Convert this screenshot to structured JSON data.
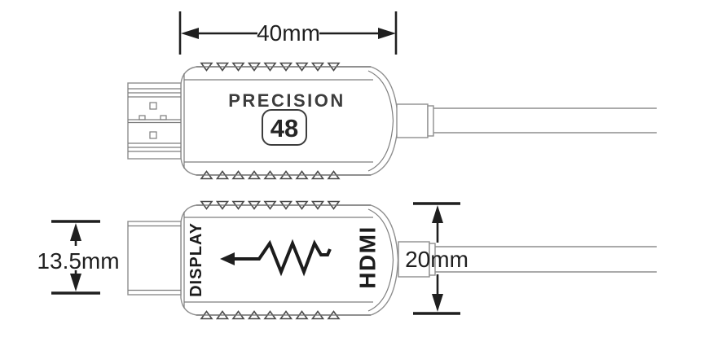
{
  "diagram": {
    "connector_top_view": {
      "brand_label": "PRECISION",
      "badge_value": "48"
    },
    "connector_side_view": {
      "display_label": "DISPLAY",
      "hdmi_label": "HDMI",
      "signal_symbol": "resistor-arrow-left-icon"
    },
    "dimensions": {
      "body_length_label": "40mm",
      "plug_height_label": "13.5mm",
      "body_height_label": "20mm"
    },
    "colors": {
      "outline_gray": "#8e8e8e",
      "ink_black": "#1f1f1f",
      "brand_gray": "#3d3d3d"
    }
  }
}
